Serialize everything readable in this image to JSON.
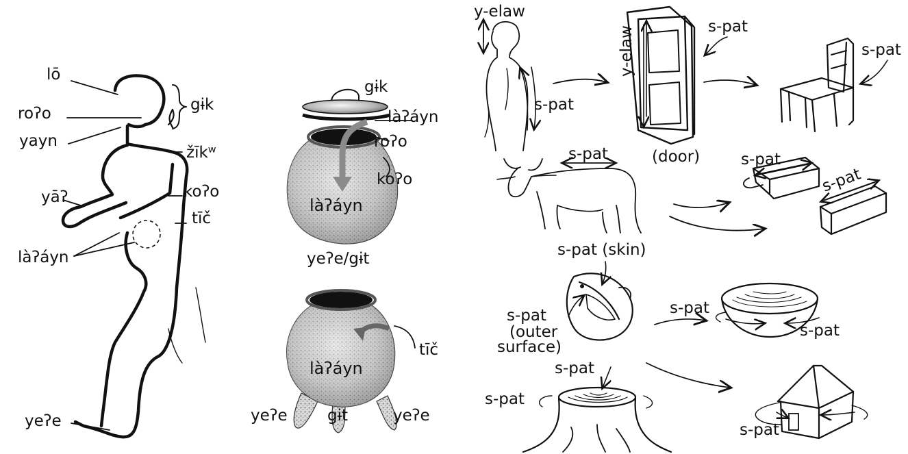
{
  "body_panel": {
    "lo": "lō",
    "ro_o": "roʔo",
    "gik": "gɨk",
    "yayn": "yayn",
    "zik": "žīkʷ",
    "ya": "yāʔ",
    "ko_o": "koʔo",
    "tic": "tīč",
    "la_ayn": "làʔáyn",
    "ye_e": "yeʔe"
  },
  "pot_panel": {
    "gik": "gɨk",
    "la_ayn_lid": "làʔáyn",
    "ro_o": "roʔo",
    "ko_o": "koʔo",
    "la_ayn_center": "làʔáyn",
    "base": "yeʔe/gɨt"
  },
  "tripod_panel": {
    "tic": "tīč",
    "la_ayn": "làʔáyn",
    "ye_e_left": "yeʔe",
    "git": "gɨt",
    "ye_e_right": "yeʔe"
  },
  "extension_panel": {
    "y_elaw_person": "y-elaw",
    "s_pat_person": "s-pat",
    "y_elaw_door": "y-elaw",
    "s_pat_door": "s-pat",
    "door": "(door)",
    "s_pat_chair": "s-pat",
    "s_pat_cow": "s-pat",
    "s_pat_box1": "s-pat",
    "s_pat_box2": "s-pat",
    "s_pat_skin": "s-pat (skin)",
    "s_pat_outer_1": "s-pat",
    "s_pat_outer_2": "(outer",
    "s_pat_outer_3": "surface)",
    "s_pat_bowl_top": "s-pat",
    "s_pat_bowl_bottom": "s-pat",
    "s_pat_stump_top": "s-pat",
    "s_pat_stump_left": "s-pat",
    "s_pat_house": "s-pat"
  },
  "colors": {
    "ink": "#111111",
    "pot_stipple": "#9a9a9a",
    "arrow_gray": "#8a8a8a"
  }
}
